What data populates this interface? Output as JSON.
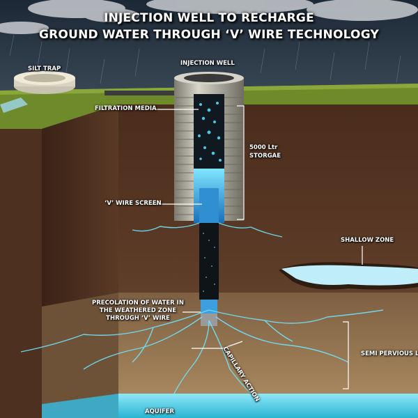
{
  "title": {
    "line1": "INJECTION WELL TO RECHARGE",
    "line2": "GROUND WATER THROUGH ‘V’ WIRE TECHNOLOGY"
  },
  "labels": {
    "silt_trap": "SILT TRAP",
    "injection_well": "INJECTION WELL",
    "filtration_media": "FILTRATION MEDIA",
    "storage": "5000 Ltr\nSTORGAE",
    "v_wire_screen": "‘V’ WIRE SCREEN",
    "shallow_zone": "SHALLOW ZONE",
    "percolation": "PRECOLATION OF WATER IN\nTHE WEATHERED ZONE\nTHROUGH ‘V’ WIRE",
    "capillary_action": "CAPILLARY ACTION",
    "semi_pervious": "SEMI PERVIOUS LA",
    "aquifer": "AQUIFER"
  },
  "colors": {
    "sky": "#2a3a4a",
    "grass": "#6f8a2a",
    "soil_upper": "#5a3a26",
    "soil_lower": "#8a6a4a",
    "water": "#4fd6f0",
    "well_casing": "#b9b6aa"
  }
}
